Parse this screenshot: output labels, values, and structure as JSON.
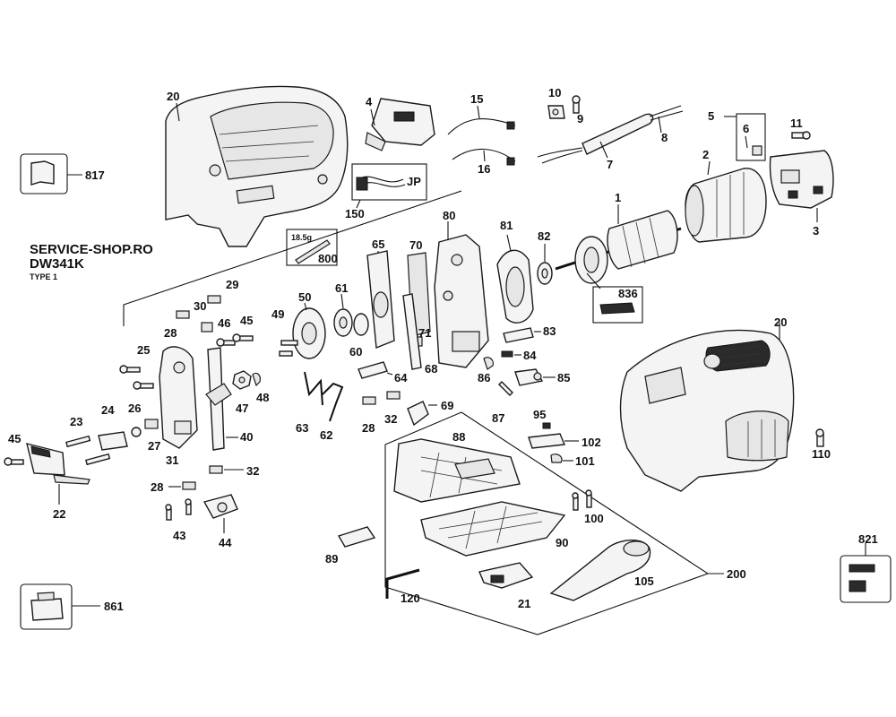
{
  "header": {
    "shop": "SERVICE-SHOP.RO",
    "model": "DW341K",
    "type": "TYPE 1"
  },
  "kit_weight": "18.5g",
  "jp_label": "JP",
  "labels": {
    "l20a": "20",
    "l20b": "20",
    "l4": "4",
    "l15": "15",
    "l16": "16",
    "l10": "10",
    "l9": "9",
    "l8": "8",
    "l7": "7",
    "l5": "5",
    "l6": "6",
    "l11": "11",
    "l2": "2",
    "l3": "3",
    "l1": "1",
    "l817": "817",
    "l150": "150",
    "l80": "80",
    "l81": "81",
    "l82": "82",
    "l836": "836",
    "l800": "800",
    "l65": "65",
    "l70": "70",
    "l29": "29",
    "l30": "30",
    "l46": "46",
    "l45a": "45",
    "l28a": "28",
    "l49": "49",
    "l50": "50",
    "l61": "61",
    "l60": "60",
    "l71": "71",
    "l83": "83",
    "l84": "84",
    "l85": "85",
    "l86": "86",
    "l25": "25",
    "l47": "47",
    "l48": "48",
    "l64": "64",
    "l68": "68",
    "l63": "63",
    "l62": "62",
    "l69": "69",
    "l87": "87",
    "l95": "95",
    "l102": "102",
    "l101": "101",
    "l110": "110",
    "l28b": "28",
    "l32a": "32",
    "l88": "88",
    "l24": "24",
    "l26": "26",
    "l27": "27",
    "l23": "23",
    "l31": "31",
    "l40": "40",
    "l45b": "45",
    "l22": "22",
    "l32b": "32",
    "l28c": "28",
    "l100": "100",
    "l43": "43",
    "l44": "44",
    "l89": "89",
    "l90": "90",
    "l200": "200",
    "l821": "821",
    "l861": "861",
    "l120": "120",
    "l21": "21",
    "l105": "105"
  }
}
